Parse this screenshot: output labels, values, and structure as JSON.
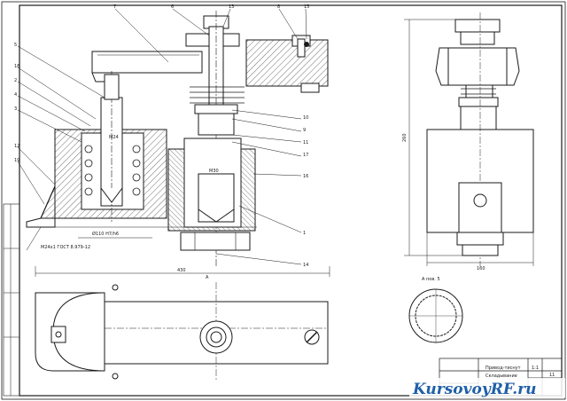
{
  "drawing": {
    "dim_m24": "М24",
    "dim_m30": "М30",
    "dim_bore": "Ø110 H7/h6",
    "dim_thread_note": "М24x1 ГОСТ 8.979-12",
    "dim_width": "430",
    "dim_height": "260",
    "dim_base": "160",
    "view_label_a": "А",
    "view_label_a_rot": "А пов. 5"
  },
  "callouts": [
    "1",
    "2",
    "3",
    "4",
    "5",
    "6",
    "7",
    "8",
    "9",
    "10",
    "11",
    "12",
    "13",
    "14",
    "15",
    "16",
    "17",
    "18",
    "19"
  ],
  "title_block": {
    "title_line1": "Привод-тиснут",
    "title_line2": "Складывание",
    "sheet_count": "11",
    "scale": "1:1"
  },
  "watermark": {
    "text_main": "KursovoyRF",
    "text_tld": ".ru",
    "color_main": "#1f5fa8",
    "color_accent": "#d62020"
  },
  "colors": {
    "line": "#1a1a1a",
    "hatch": "#333333",
    "paper": "#ffffff"
  }
}
